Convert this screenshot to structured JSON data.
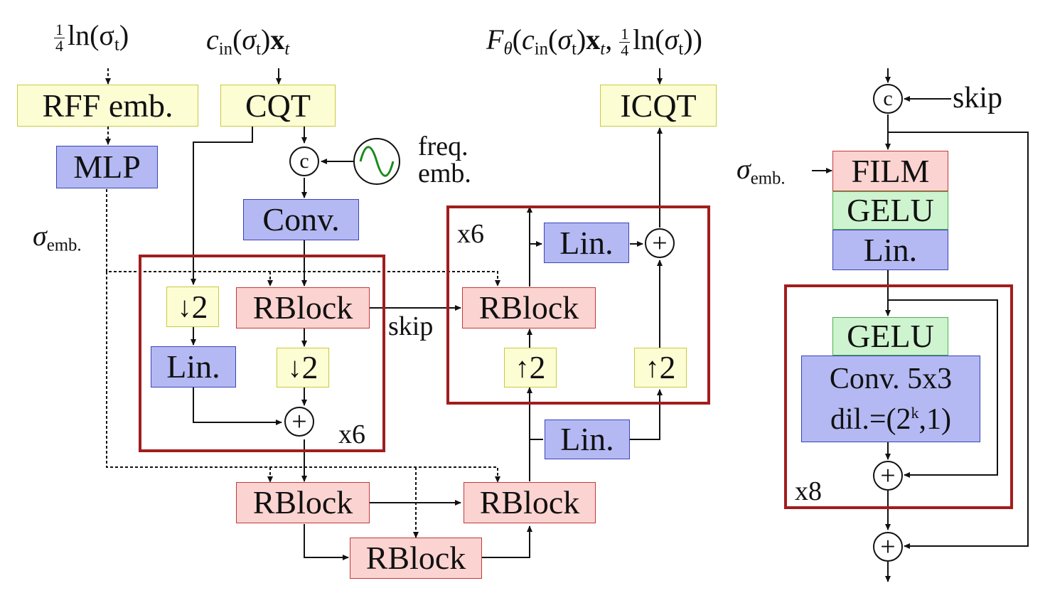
{
  "inputs": {
    "sigma_input_label": "ln(σ",
    "sigma_input_frac_num": "1",
    "sigma_input_frac_den": "4",
    "x_input_label": "c",
    "x_input_sub": "in",
    "output_label": "F",
    "output_sub": "θ"
  },
  "blocks": {
    "rff": "RFF emb.",
    "cqt": "CQT",
    "icqt": "ICQT",
    "mlp": "MLP",
    "conv": "Conv.",
    "rblock_enc": "RBlock",
    "rblock_dec": "RBlock",
    "rblock_mid_left": "RBlock",
    "rblock_mid_right": "RBlock",
    "rblock_mid_bottom": "RBlock",
    "down_2a": "2",
    "down_2b": "2",
    "up_2a": "2",
    "up_2b": "2",
    "lin_enc": "Lin.",
    "lin_dec": "Lin.",
    "lin_mid": "Lin.",
    "film": "FILM",
    "gelu_top": "GELU",
    "lin_right": "Lin.",
    "gelu_inner": "GELU",
    "conv_inner_line1": "Conv. 5x3",
    "conv_inner_line2a": "dil.=(2",
    "conv_inner_sup": "k",
    "conv_inner_line2b": ",1)"
  },
  "labels": {
    "freq_emb_1": "freq.",
    "freq_emb_2": "emb.",
    "sigma_emb": "σ",
    "sigma_emb_sub": "emb.",
    "sigma_emb_right": "σ",
    "sigma_emb_right_sub": "emb.",
    "skip_mid": "skip",
    "skip_right": "skip",
    "repeat_enc": "x6",
    "repeat_dec": "x6",
    "repeat_right": "x8",
    "concat_symbol": "c",
    "plus_symbol": "+"
  }
}
